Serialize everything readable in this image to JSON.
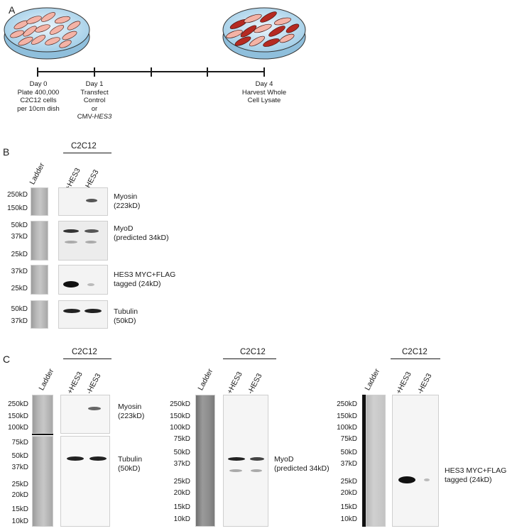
{
  "panels": {
    "a": "A",
    "b": "B",
    "c": "C"
  },
  "timeline": {
    "day0": [
      "Day 0",
      "Plate 400,000",
      "C2C12 cells",
      "per 10cm dish"
    ],
    "day1": [
      "Day 1",
      "Transfect",
      "Control",
      "or"
    ],
    "day1_last_prefix": "CMV-",
    "day1_last_italic": "HES3",
    "day4": [
      "Day 4",
      "Harvest Whole",
      "Cell Lysate"
    ]
  },
  "panel_b": {
    "cell_line": "C2C12",
    "ladder_label": "Ladder",
    "lanes": [
      "+HES3",
      "-HES3"
    ],
    "rows": [
      {
        "markers": [
          "250kD",
          "150kD"
        ],
        "label": [
          "Myosin",
          "(223kD)"
        ]
      },
      {
        "markers": [
          "50kD",
          "37kD",
          "25kD"
        ],
        "label": [
          "MyoD",
          "(predicted 34kD)"
        ]
      },
      {
        "markers": [
          "37kD",
          "25kD"
        ],
        "label": [
          "HES3 MYC+FLAG",
          "tagged (24kD)"
        ]
      },
      {
        "markers": [
          "50kD",
          "37kD"
        ],
        "label": [
          "Tubulin",
          "(50kD)"
        ]
      }
    ]
  },
  "panel_c": {
    "blot1": {
      "cell_line": "C2C12",
      "ladder_label": "Ladder",
      "lanes": [
        "+HES3",
        "-HES3"
      ],
      "markers": [
        "250kD",
        "150kD",
        "100kD",
        "75kD",
        "50kD",
        "37kD",
        "25kD",
        "20kD",
        "15kD",
        "10kD"
      ],
      "label_top": [
        "Myosin",
        "(223kD)"
      ],
      "label_bottom": [
        "Tubulin",
        "(50kD)"
      ]
    },
    "blot2": {
      "cell_line": "C2C12",
      "ladder_label": "Ladder",
      "lanes": [
        "+HES3",
        "-HES3"
      ],
      "markers": [
        "250kD",
        "150kD",
        "100kD",
        "75kD",
        "50kD",
        "37kD",
        "25kD",
        "20kD",
        "15kD",
        "10kD"
      ],
      "label": [
        "MyoD",
        "(predicted 34kD)"
      ]
    },
    "blot3": {
      "cell_line": "C2C12",
      "ladder_label": "Ladder",
      "lanes": [
        "+HES3",
        "-HES3"
      ],
      "markers": [
        "250kD",
        "150kD",
        "100kD",
        "75kD",
        "50kD",
        "37kD",
        "25kD",
        "20kD",
        "15kD",
        "10kD"
      ],
      "label": [
        "HES3 MYC+FLAG",
        "tagged (24kD)"
      ]
    }
  }
}
